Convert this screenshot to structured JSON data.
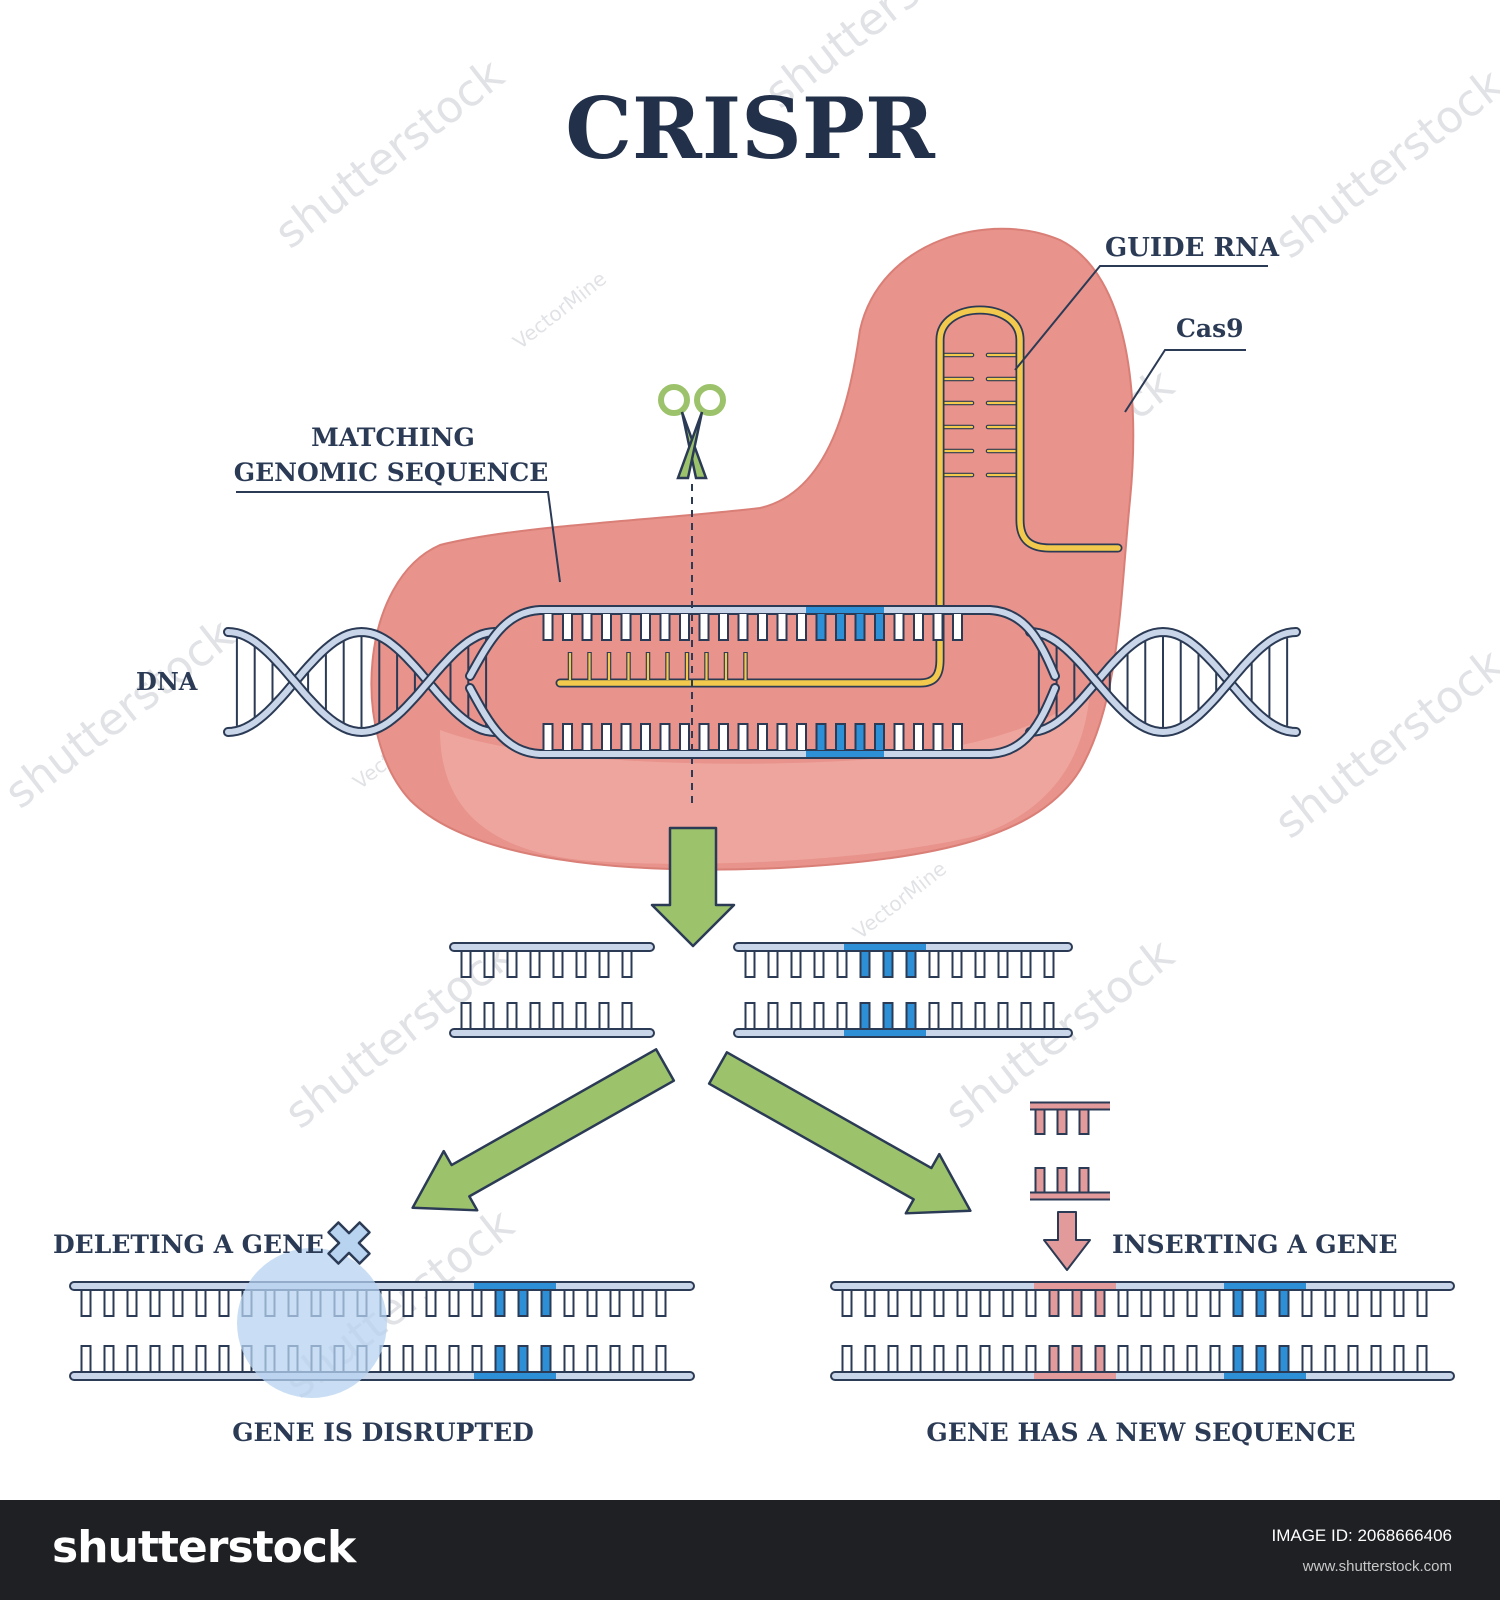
{
  "title": "CRISPR",
  "labels": {
    "guide_rna": "GUIDE RNA",
    "cas9": "Cas9",
    "matching_line1": "MATCHING",
    "matching_line2": "GENOMIC SEQUENCE",
    "dna": "DNA",
    "deleting": "DELETING A GENE",
    "inserting": "INSERTING A GENE",
    "disrupted": "GENE IS DISRUPTED",
    "new_sequence": "GENE HAS A NEW SEQUENCE"
  },
  "watermarks": {
    "brand": "shutterstock",
    "author": "VectorMine"
  },
  "footer": {
    "logo": "shutterstock",
    "image_id": "IMAGE ID: 2068666406",
    "url": "www.shutterstock.com"
  },
  "colors": {
    "cas9": "#e8938b",
    "dna": "#8fa6c8",
    "dna_outline": "#2b3a55",
    "guide_rna": "#f2c94c",
    "target": "#2d8fd5",
    "arrow": "#9cc36b",
    "insert": "#e29a9a",
    "deletion": "#b7d3f0"
  },
  "icons": [
    "scissors-icon",
    "cross-icon",
    "down-arrow-icon"
  ]
}
